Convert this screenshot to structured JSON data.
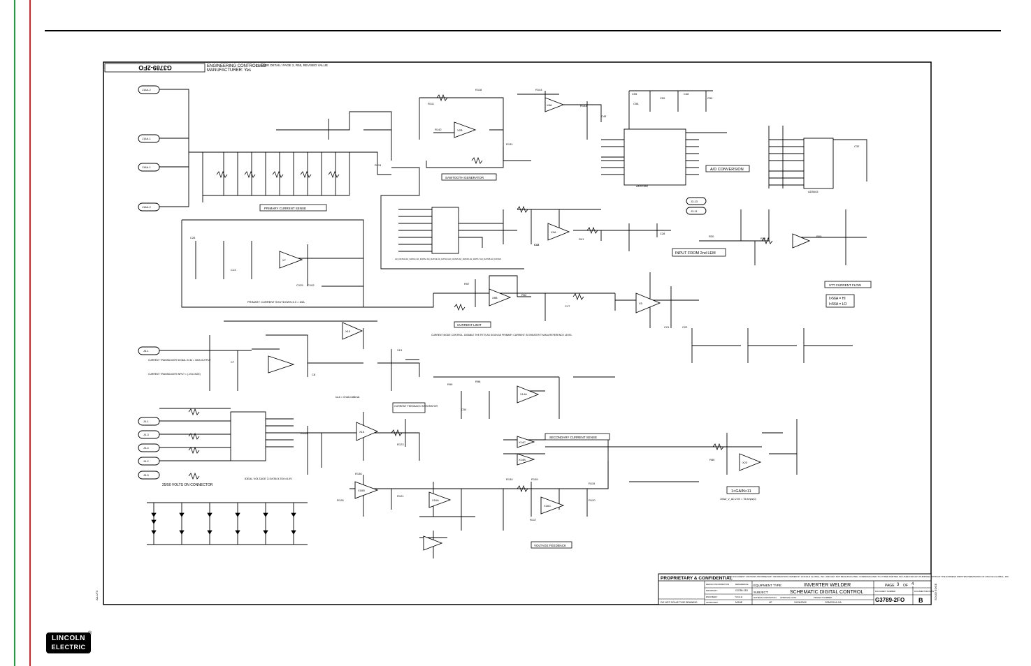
{
  "page": {
    "brand_line1": "LINCOLN",
    "brand_line2": "ELECTRIC",
    "reg_mark": "®",
    "accent_left": "#1e9e3a",
    "accent_right": "#d8232a"
  },
  "drawing": {
    "rotated_number": "G3789-2FO",
    "eng_controlled": "ENGINEERING CONTROLLED",
    "manufacturer": "MANUFACTURER:  Yes",
    "change_detail": "CHANGE DETAIL: PAGE 2, R55, REVISED VALUE",
    "side_label_left": "AA-UT0",
    "side_label_right": "SOLID EDGE"
  },
  "blocks": {
    "primary_current_sense": "PRIMARY CURRENT SENSE",
    "sawtooth_generator": "SAWTOOTH GENERATOR",
    "ad_conversion": "A/D CONVERSION",
    "input_from_2nd_lem": "INPUT FROM 2nd LEM",
    "stt_current_flow": "STT CURRENT FLOW",
    "current_limit": "CURRENT LIMIT",
    "current_mode_note": "CURRENT MODE CONTROL. DISABLE THE FETS AS SOON AS PRIMARY CURRENT IS GREATER THAN A REFERENCE LEVEL",
    "current_feedback_integrator": "CURRENT FEEDBACK INTEGRATOR",
    "secondary_current_sense": "SECONDARY CURRENT SENSE",
    "voltage_feedback": "VOLTAGE FEEDBACK",
    "gain_note": "1<GAIN<11",
    "vad_note": "100A/_V_AD  2.5V = 75 Amps(0)",
    "primary_current_scale": "PRIMARY CURRENT SHUTDOWN 6.3 = 63A",
    "volts_on_connector": "25/50 VOLTS  ON CONNECTOR",
    "ideal_voltage": "IDEAL VOLTAGE  3.4V/36.5  25V=8.0V",
    "logic_hi": "I>56A = HI",
    "logic_lo": "I<56A = LO",
    "transducer_note": "CURRENT TRANSDUCER  SIGNAL IN  4k = 300A OUTPUT",
    "transducer_input": "CURRENT TRANSDUCER  INPUT = (-VOLTAGE)",
    "iout_note": "Iout = 0mA/4.88mA"
  },
  "connectors": {
    "left": [
      "J16A-2",
      "J16A-1",
      "J16A-1",
      "J16A-2",
      "J5-1",
      "J4-1",
      "J4-3",
      "J4-4",
      "J4-2",
      "J5-5"
    ],
    "right": [
      "J3-13",
      "J3-11"
    ]
  },
  "parts": {
    "opamps": [
      "X2B",
      "X7",
      "X9A",
      "X8A",
      "X8B",
      "X10",
      "X13",
      "X5",
      "X14A",
      "X14C",
      "X14B",
      "X15",
      "X16A",
      "X16C",
      "X16B",
      "X23"
    ],
    "chip_u10": "ADS7852",
    "chip_u6a": "AD5643",
    "chip_list": "A0_DATA0 A0_DATA1 A0_DATA2 A0_DATA3 A0_DATA4 A0_DATA5 A0_DATA6 A0_DATA7 A0_DATA8 A0_DATA9",
    "resistors": [
      "R118",
      "R111",
      "R142",
      "R144",
      "R143",
      "R131",
      "R113",
      "R41",
      "R38",
      "R30",
      "R52",
      "R57",
      "R69",
      "R80",
      "R128",
      "R121",
      "R134",
      "R135",
      "R119",
      "R120",
      "R117",
      "R136",
      "R98",
      "R99",
      "R126",
      "R123"
    ],
    "caps": [
      "C55",
      "C56",
      "C48",
      "C50",
      "C59",
      "C45",
      "C41",
      "C102",
      "C125",
      "C8",
      "C7",
      "C13",
      "C12",
      "C17",
      "C21",
      "C22",
      "C54",
      "C26",
      "C28",
      "C32"
    ]
  },
  "title_block": {
    "proprietary": "PROPRIETARY & CONFIDENTIAL",
    "proprietary_text": "THIS DOCUMENT CONTAINS PROPRIETARY INFORMATION OWNED BY LINCOLN GLOBAL, INC. AND MAY NOT BE DUPLICATED, COMMUNICATED TO OTHER PARTIES OR USED FOR ANY PURPOSE WITHOUT THE EXPRESS WRITTEN PERMISSION OF LINCOLN GLOBAL, INC.",
    "do_not_scale": "DO NOT SCALE THIS DRAWING",
    "equipment_type_label": "EQUIPMENT TYPE:",
    "equipment_type": "INVERTER WELDER",
    "subject_label": "SUBJECT:",
    "subject": "SCHEMATIC DIGITAL CONTROL",
    "page_label": "PAGE",
    "page_num": "3",
    "page_of": "OF",
    "page_total": "4",
    "doc_number_label": "DOCUMENT NUMBER",
    "doc_number": "G3789-2FO",
    "revision_label": "DOCUMENT REVISION",
    "revision": "B",
    "scale_label": "SCALE:",
    "scale": "NONE",
    "material_label": "MATERIAL DISPOSITION:",
    "material": "UF",
    "approval_label": "APPROVAL DATE:",
    "approval_date": "10/26/2009",
    "project_label": "PROJECT NUMBER:",
    "project": "CRM22116-GA",
    "drawn_by_label": "DRAWN BY:",
    "engineer_label": "ENGINEER:",
    "approved_label": "APPROVED:",
    "design_info_label": "DESIGN INFORMATION",
    "reference_label": "REFERENCE:",
    "reference": "G3789-1E0"
  }
}
